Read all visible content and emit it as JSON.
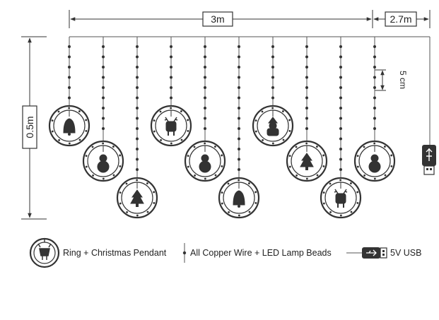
{
  "dimensions": {
    "width_label": "3m",
    "usb_cable_label": "2.7m",
    "height_label": "0.5m",
    "bead_spacing_label": "5 cm"
  },
  "pendants": [
    {
      "shape": "bell-icon"
    },
    {
      "shape": "snowman-icon"
    },
    {
      "shape": "tree-icon"
    },
    {
      "shape": "reindeer-icon"
    },
    {
      "shape": "snowman-icon"
    },
    {
      "shape": "bell-icon"
    },
    {
      "shape": "santa-icon"
    },
    {
      "shape": "tree-icon"
    },
    {
      "shape": "reindeer-icon"
    },
    {
      "shape": "snowman-icon"
    }
  ],
  "legend": {
    "ring_label": "Ring + Christmas Pendant",
    "wire_label": "All Copper Wire + LED Lamp Beads",
    "usb_label": "5V USB"
  }
}
